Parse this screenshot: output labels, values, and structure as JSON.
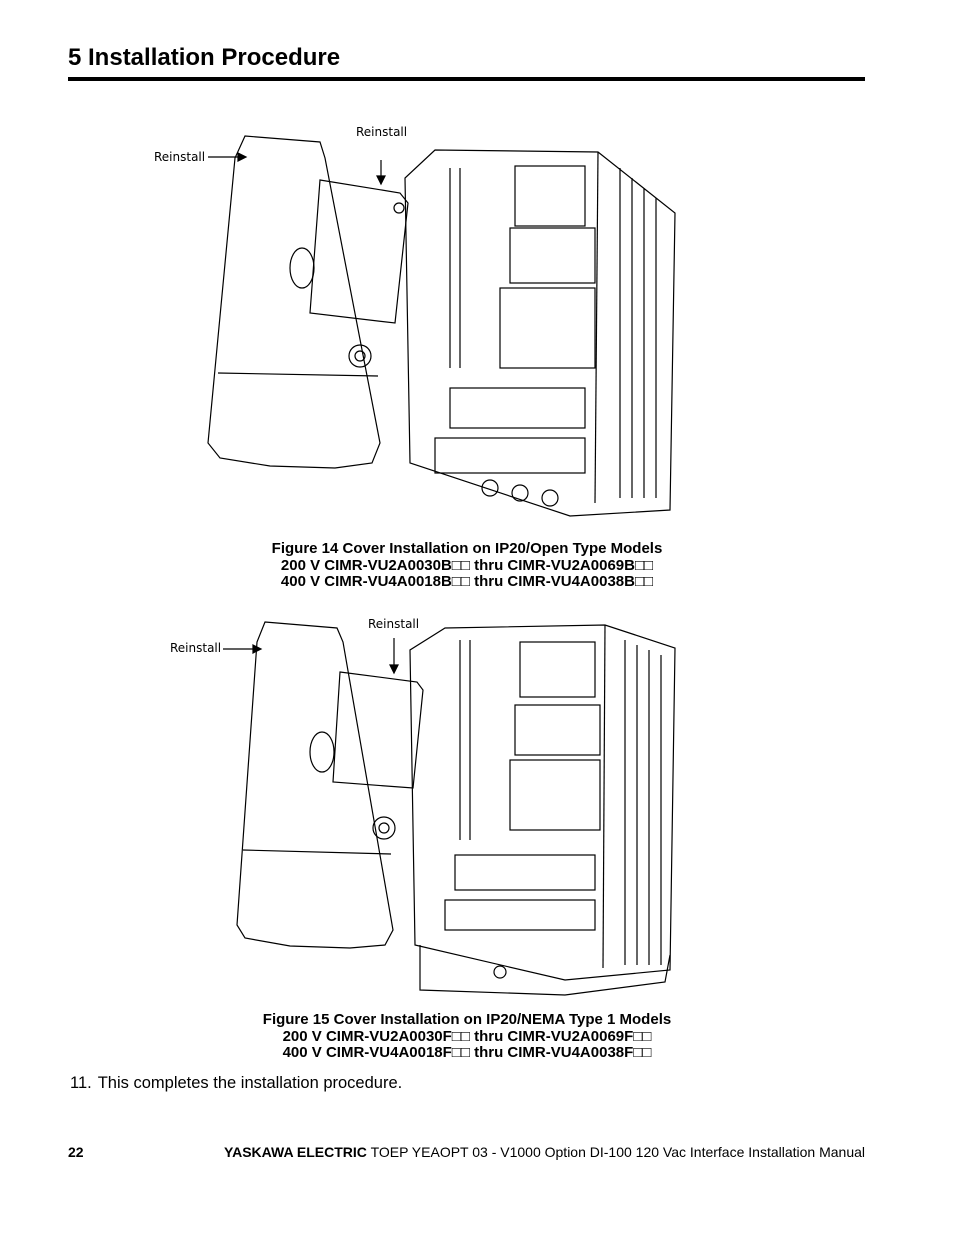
{
  "section": {
    "title": "5  Installation Procedure"
  },
  "figure14": {
    "label_left": "Reinstall",
    "label_top": "Reinstall",
    "caption_line1": "Figure 14  Cover Installation on IP20/Open Type Models",
    "caption_line2": "200 V CIMR-VU2A0030B□□ thru CIMR-VU2A0069B□□",
    "caption_line3": "400 V CIMR-VU4A0018B□□ thru CIMR-VU4A0038B□□"
  },
  "figure15": {
    "label_left": "Reinstall",
    "label_top": "Reinstall",
    "caption_line1": "Figure 15  Cover Installation on IP20/NEMA Type 1 Models",
    "caption_line2": "200 V CIMR-VU2A0030F□□ thru CIMR-VU2A0069F□□",
    "caption_line3": "400 V CIMR-VU4A0018F□□ thru CIMR-VU4A0038F□□"
  },
  "step": {
    "number": "11.",
    "text": "This completes the installation procedure."
  },
  "footer": {
    "page_number": "22",
    "brand": "YASKAWA ELECTRIC",
    "manual_title": "TOEP YEAOPT 03 - V1000 Option DI-100 120 Vac Interface Installation Manual"
  }
}
